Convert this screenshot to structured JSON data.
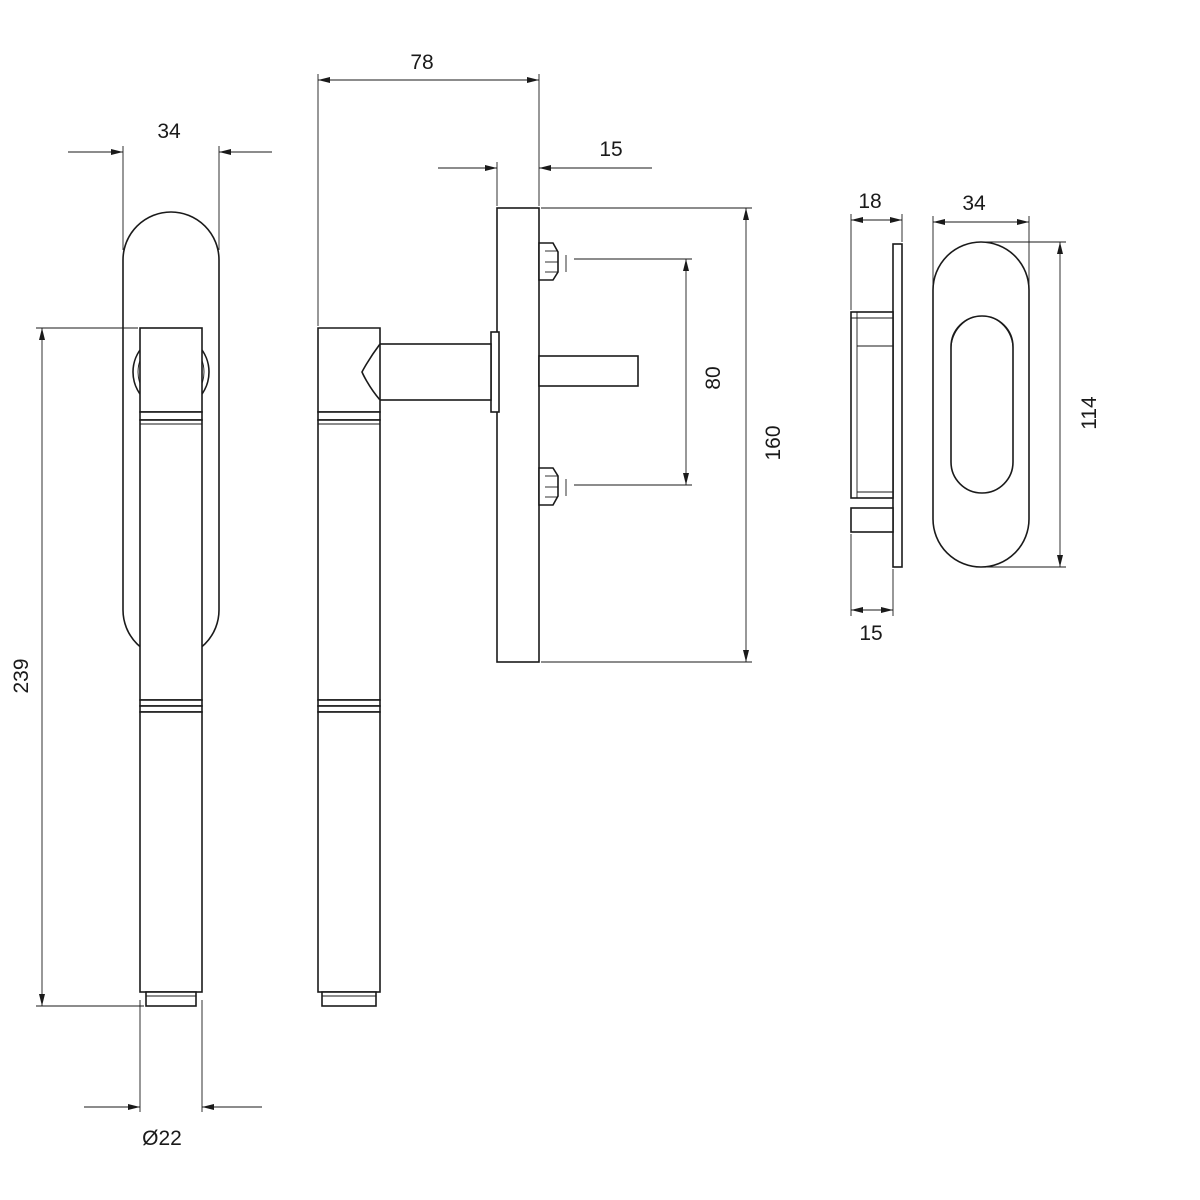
{
  "dimensions": {
    "front_handle_width": "34",
    "handle_projection": "78",
    "rose_depth": "15",
    "screw_spacing": "80",
    "backplate_height": "160",
    "handle_length": "239",
    "grip_diameter": "Ø22",
    "pull_depth": "18",
    "pull_width": "34",
    "pull_height": "114",
    "pull_plate_depth": "15"
  }
}
